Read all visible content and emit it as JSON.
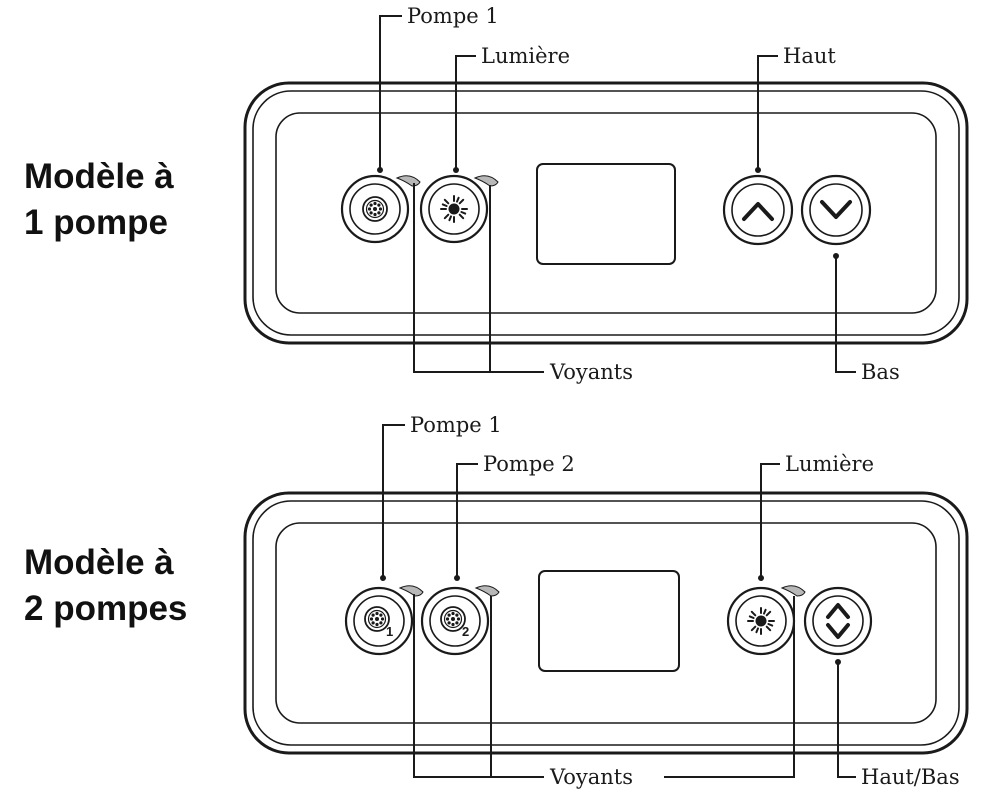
{
  "model1": {
    "title_line1": "Modèle à",
    "title_line2": "1 pompe",
    "callouts": {
      "pump1": "Pompe 1",
      "light": "Lumière",
      "up": "Haut",
      "down": "Bas",
      "indicators": "Voyants"
    }
  },
  "model2": {
    "title_line1": "Modèle à",
    "title_line2": "2 pompes",
    "callouts": {
      "pump1": "Pompe 1",
      "pump2": "Pompe 2",
      "light": "Lumière",
      "updown": "Haut/Bas",
      "indicators": "Voyants"
    },
    "pump_numbers": [
      "1",
      "2"
    ]
  },
  "icons": {
    "pump": "jet-icon",
    "light": "sun-icon",
    "up": "chevron-up-icon",
    "down": "chevron-down-icon",
    "updown": "up-down-icon"
  },
  "colors": {
    "line": "#1a1a1a",
    "indicator_led": "#b8b8b8"
  }
}
